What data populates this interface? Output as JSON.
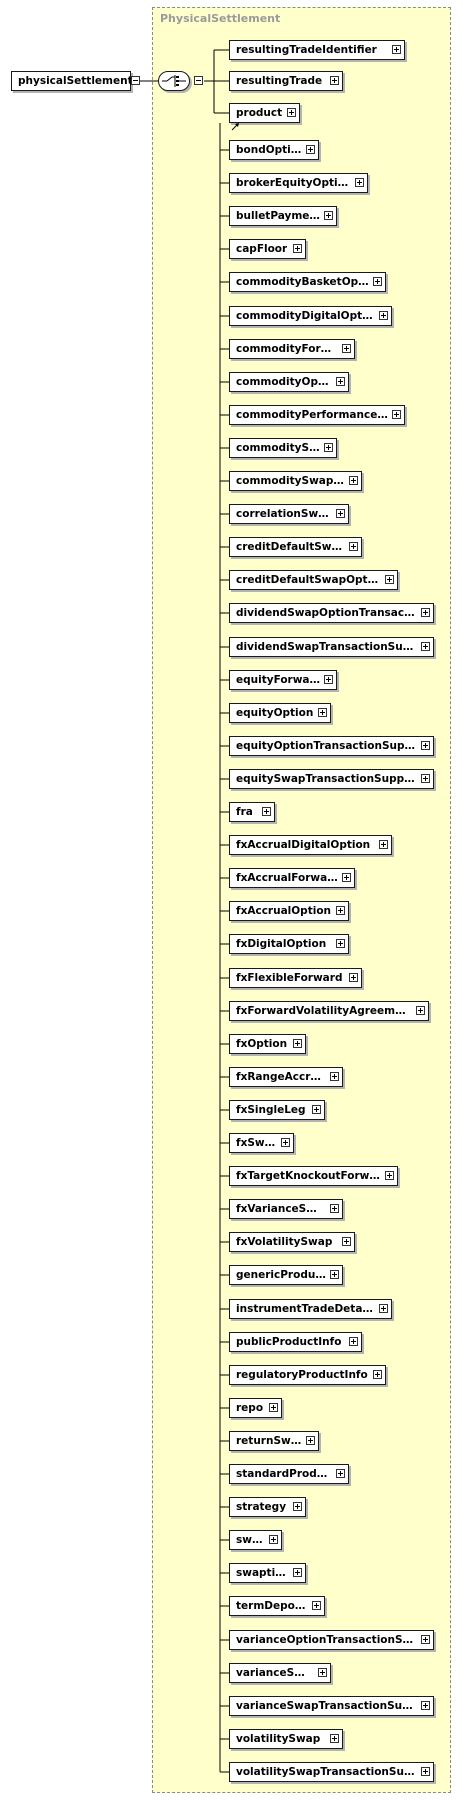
{
  "diagram": {
    "type_name": "PhysicalSettlement",
    "root": {
      "label": "physicalSettlement"
    },
    "sequence_children": [
      {
        "label": "resultingTradeIdentifier"
      },
      {
        "label": "resultingTrade"
      },
      {
        "label": "product"
      }
    ],
    "substitutions": [
      {
        "label": "bondOption"
      },
      {
        "label": "brokerEquityOption"
      },
      {
        "label": "bulletPayment"
      },
      {
        "label": "capFloor"
      },
      {
        "label": "commodityBasketOption"
      },
      {
        "label": "commodityDigitalOption"
      },
      {
        "label": "commodityForward"
      },
      {
        "label": "commodityOption"
      },
      {
        "label": "commodityPerformanceSwap"
      },
      {
        "label": "commoditySwap"
      },
      {
        "label": "commoditySwaption"
      },
      {
        "label": "correlationSwap"
      },
      {
        "label": "creditDefaultSwap"
      },
      {
        "label": "creditDefaultSwapOption"
      },
      {
        "label": "dividendSwapOptionTransactio..."
      },
      {
        "label": "dividendSwapTransactionSuppl..."
      },
      {
        "label": "equityForward"
      },
      {
        "label": "equityOption"
      },
      {
        "label": "equityOptionTransactionSupple..."
      },
      {
        "label": "equitySwapTransactionSupple..."
      },
      {
        "label": "fra"
      },
      {
        "label": "fxAccrualDigitalOption"
      },
      {
        "label": "fxAccrualForward"
      },
      {
        "label": "fxAccrualOption"
      },
      {
        "label": "fxDigitalOption"
      },
      {
        "label": "fxFlexibleForward"
      },
      {
        "label": "fxForwardVolatilityAgreement"
      },
      {
        "label": "fxOption"
      },
      {
        "label": "fxRangeAccrual"
      },
      {
        "label": "fxSingleLeg"
      },
      {
        "label": "fxSwap"
      },
      {
        "label": "fxTargetKnockoutForward"
      },
      {
        "label": "fxVarianceSwap"
      },
      {
        "label": "fxVolatilitySwap"
      },
      {
        "label": "genericProduct"
      },
      {
        "label": "instrumentTradeDetails"
      },
      {
        "label": "publicProductInfo"
      },
      {
        "label": "regulatoryProductInfo"
      },
      {
        "label": "repo"
      },
      {
        "label": "returnSwap"
      },
      {
        "label": "standardProduct"
      },
      {
        "label": "strategy"
      },
      {
        "label": "swap"
      },
      {
        "label": "swaption"
      },
      {
        "label": "termDeposit"
      },
      {
        "label": "varianceOptionTransactionSup..."
      },
      {
        "label": "varianceSwap"
      },
      {
        "label": "varianceSwapTransactionSuppl..."
      },
      {
        "label": "volatilitySwap"
      },
      {
        "label": "volatilitySwapTransactionSuppl..."
      }
    ]
  }
}
